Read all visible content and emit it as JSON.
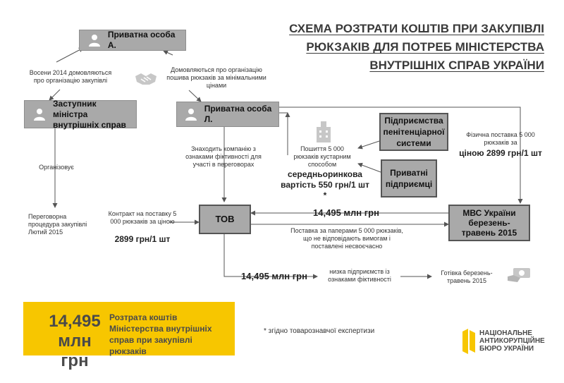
{
  "title_lines": [
    "СХЕМА РОЗТРАТИ КОШТІВ ПРИ ЗАКУПІВЛІ",
    "РЮКЗАКІВ ДЛЯ ПОТРЕБ МІНІСТЕРСТВА",
    "ВНУТРІШНІХ СПРАВ УКРАЇНИ"
  ],
  "nodes": {
    "person_a": "Приватна особа А.",
    "deputy": "Заступник міністра внутрішніх справ",
    "person_l": "Приватна особа Л.",
    "penitentiary": "Підприємства пенітенціарної системи",
    "private": "Приватні підприємці",
    "tov": "ТОВ",
    "mvs": "МВС України березень-травень 2015"
  },
  "notes": {
    "autumn": "Восени 2014 домовляються про організацію закупівлі",
    "agree": "Домовляються про організацію пошива рюкзаків за мінімальними цінами",
    "organizes": "Організовує",
    "procedure": "Переговорна процедура закупівлі Лютий 2015",
    "contract": "Контракт на поставку 5 000 рюкзаків за ціною",
    "contract_price": "2899 грн/1 шт",
    "finds": "Знаходить компанію з ознаками фіктивності для участі в переговорах",
    "sewing": "Пошиття 5 000 рюкзаків кустарним способом",
    "sewing_price": "середньоринкова вартість 550 грн/1 шт *",
    "physical": "Фізична поставка 5 000 рюкзаків за",
    "physical_price": "ціною 2899 грн/1 шт",
    "amount1": "14,495 млн грн",
    "paper": "Поставка за паперами 5 000 рюкзаків, що не відповідають вимогам і поставлені несвоєчасно",
    "amount2": "14,495 млн грн",
    "fictive": "низка підприємств із ознаками фіктивності",
    "cash": "Готівка березень-травень 2015",
    "footnote": "* згідно товарознавчої експертизи"
  },
  "summary": {
    "amount": "14,495 млн грн",
    "text": "Розтрата коштів Міністерства внутрішніх справ при закупівлі рюкзаків"
  },
  "logo": {
    "line1": "НАЦІОНАЛЬНЕ",
    "line2": "АНТИКОРУПЦІЙНЕ",
    "line3": "БЮРО УКРАЇНИ"
  },
  "colors": {
    "box": "#a9a9a9",
    "accent": "#f7c600",
    "line": "#555555"
  },
  "icons": [
    "person-icon",
    "handshake-icon",
    "factory-icon",
    "cash-icon",
    "nabu-logo-icon"
  ]
}
